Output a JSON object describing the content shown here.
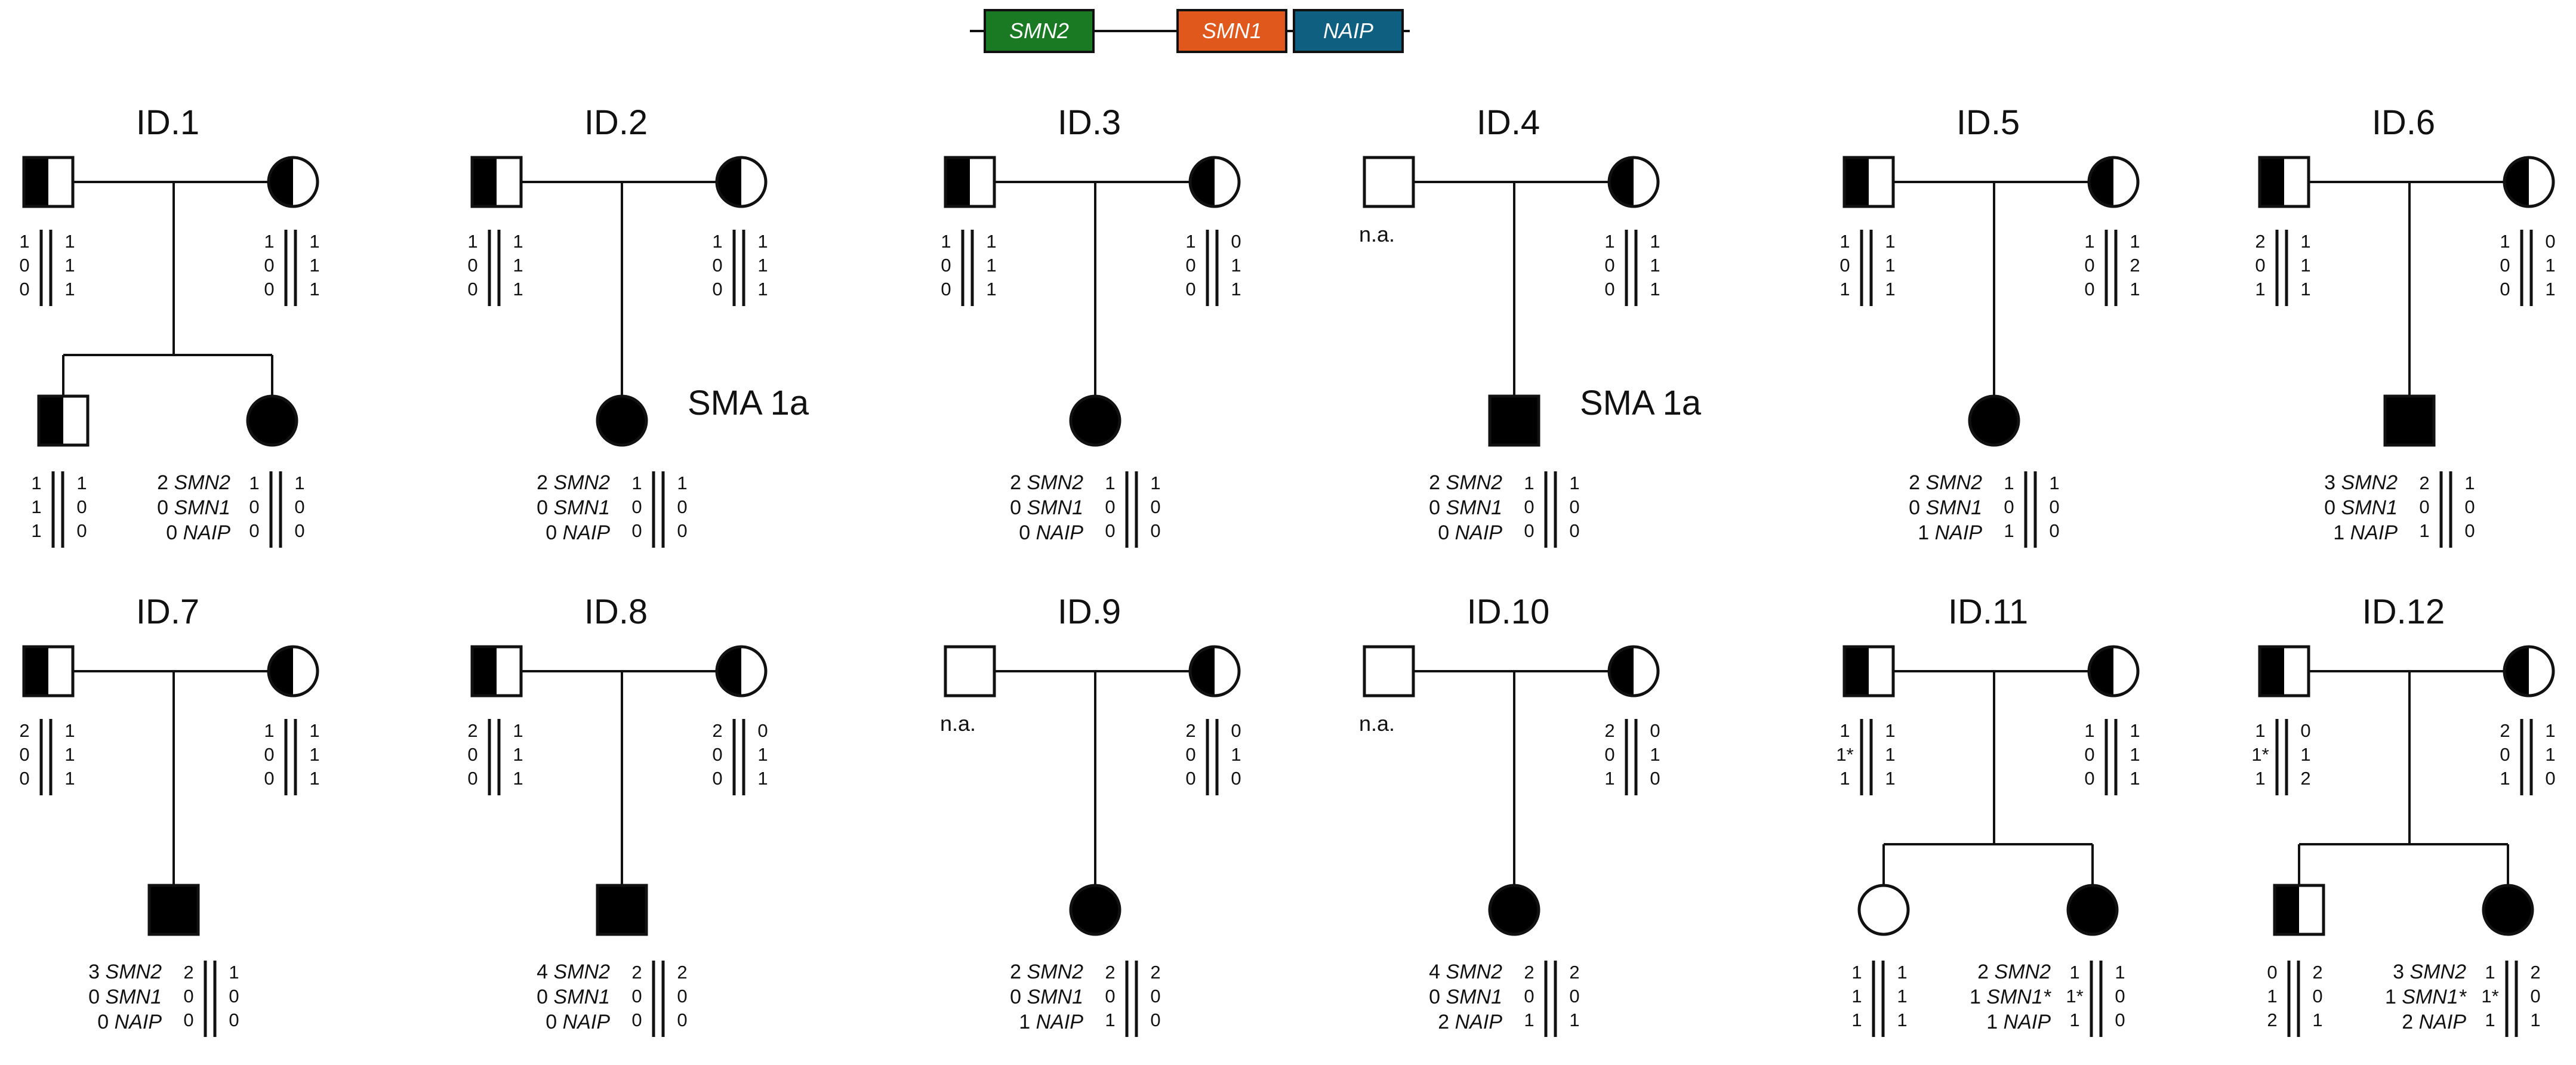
{
  "genes": [
    {
      "name": "SMN2",
      "color": "#1a7a23"
    },
    {
      "name": "SMN1",
      "color": "#e0581c"
    },
    {
      "name": "NAIP",
      "color": "#0f5f80"
    }
  ],
  "colors": {
    "affected": "#000000",
    "line": "#111111"
  },
  "families": [
    {
      "id": "ID.1",
      "father": {
        "carrier": true,
        "geno": [
          [
            "1",
            "0",
            "0"
          ],
          [
            "1",
            "1",
            "1"
          ]
        ]
      },
      "mother": {
        "carrier": true,
        "geno": [
          [
            "1",
            "0",
            "0"
          ],
          [
            "1",
            "1",
            "1"
          ]
        ]
      },
      "children": [
        {
          "sex": "m",
          "status": "carrier",
          "labels": null,
          "geno": [
            [
              "1",
              "1",
              "1"
            ],
            [
              "1",
              "0",
              "0"
            ]
          ]
        },
        {
          "sex": "f",
          "status": "affected",
          "labels": [
            "2",
            "0",
            "0"
          ],
          "geno": [
            [
              "1",
              "0",
              "0"
            ],
            [
              "1",
              "0",
              "0"
            ]
          ]
        }
      ]
    },
    {
      "id": "ID.2",
      "note": "SMA 1a",
      "father": {
        "carrier": true,
        "geno": [
          [
            "1",
            "0",
            "0"
          ],
          [
            "1",
            "1",
            "1"
          ]
        ]
      },
      "mother": {
        "carrier": true,
        "geno": [
          [
            "1",
            "0",
            "0"
          ],
          [
            "1",
            "1",
            "1"
          ]
        ]
      },
      "children": [
        {
          "sex": "f",
          "status": "affected",
          "labels": [
            "2",
            "0",
            "0"
          ],
          "geno": [
            [
              "1",
              "0",
              "0"
            ],
            [
              "1",
              "0",
              "0"
            ]
          ]
        }
      ]
    },
    {
      "id": "ID.3",
      "father": {
        "carrier": true,
        "geno": [
          [
            "1",
            "0",
            "0"
          ],
          [
            "1",
            "1",
            "1"
          ]
        ]
      },
      "mother": {
        "carrier": true,
        "geno": [
          [
            "1",
            "0",
            "0"
          ],
          [
            "0",
            "1",
            "1"
          ]
        ]
      },
      "children": [
        {
          "sex": "f",
          "status": "affected",
          "labels": [
            "2",
            "0",
            "0"
          ],
          "geno": [
            [
              "1",
              "0",
              "0"
            ],
            [
              "1",
              "0",
              "0"
            ]
          ]
        }
      ]
    },
    {
      "id": "ID.4",
      "note": "SMA 1a",
      "father": {
        "carrier": false,
        "na": "n.a."
      },
      "mother": {
        "carrier": true,
        "geno": [
          [
            "1",
            "0",
            "0"
          ],
          [
            "1",
            "1",
            "1"
          ]
        ]
      },
      "children": [
        {
          "sex": "m",
          "status": "affected",
          "labels": [
            "2",
            "0",
            "0"
          ],
          "geno": [
            [
              "1",
              "0",
              "0"
            ],
            [
              "1",
              "0",
              "0"
            ]
          ]
        }
      ]
    },
    {
      "id": "ID.5",
      "father": {
        "carrier": true,
        "geno": [
          [
            "1",
            "0",
            "1"
          ],
          [
            "1",
            "1",
            "1"
          ]
        ]
      },
      "mother": {
        "carrier": true,
        "geno": [
          [
            "1",
            "0",
            "0"
          ],
          [
            "1",
            "2",
            "1"
          ]
        ]
      },
      "children": [
        {
          "sex": "f",
          "status": "affected",
          "labels": [
            "2",
            "0",
            "1"
          ],
          "geno": [
            [
              "1",
              "0",
              "1"
            ],
            [
              "1",
              "0",
              "0"
            ]
          ]
        }
      ]
    },
    {
      "id": "ID.6",
      "father": {
        "carrier": true,
        "geno": [
          [
            "2",
            "0",
            "1"
          ],
          [
            "1",
            "1",
            "1"
          ]
        ]
      },
      "mother": {
        "carrier": true,
        "geno": [
          [
            "1",
            "0",
            "0"
          ],
          [
            "0",
            "1",
            "1"
          ]
        ]
      },
      "children": [
        {
          "sex": "m",
          "status": "affected",
          "labels": [
            "3",
            "0",
            "1"
          ],
          "geno": [
            [
              "2",
              "0",
              "1"
            ],
            [
              "1",
              "0",
              "0"
            ]
          ]
        }
      ]
    },
    {
      "id": "ID.7",
      "father": {
        "carrier": true,
        "geno": [
          [
            "2",
            "0",
            "0"
          ],
          [
            "1",
            "1",
            "1"
          ]
        ]
      },
      "mother": {
        "carrier": true,
        "geno": [
          [
            "1",
            "0",
            "0"
          ],
          [
            "1",
            "1",
            "1"
          ]
        ]
      },
      "children": [
        {
          "sex": "m",
          "status": "affected",
          "labels": [
            "3",
            "0",
            "0"
          ],
          "geno": [
            [
              "2",
              "0",
              "0"
            ],
            [
              "1",
              "0",
              "0"
            ]
          ]
        }
      ]
    },
    {
      "id": "ID.8",
      "father": {
        "carrier": true,
        "geno": [
          [
            "2",
            "0",
            "0"
          ],
          [
            "1",
            "1",
            "1"
          ]
        ]
      },
      "mother": {
        "carrier": true,
        "geno": [
          [
            "2",
            "0",
            "0"
          ],
          [
            "0",
            "1",
            "1"
          ]
        ]
      },
      "children": [
        {
          "sex": "m",
          "status": "affected",
          "labels": [
            "4",
            "0",
            "0"
          ],
          "geno": [
            [
              "2",
              "0",
              "0"
            ],
            [
              "2",
              "0",
              "0"
            ]
          ]
        }
      ]
    },
    {
      "id": "ID.9",
      "father": {
        "carrier": false,
        "na": "n.a."
      },
      "mother": {
        "carrier": true,
        "geno": [
          [
            "2",
            "0",
            "0"
          ],
          [
            "0",
            "1",
            "0"
          ]
        ]
      },
      "children": [
        {
          "sex": "f",
          "status": "affected",
          "labels": [
            "2",
            "0",
            "1"
          ],
          "geno": [
            [
              "2",
              "0",
              "1"
            ],
            [
              "2",
              "0",
              "0"
            ]
          ]
        }
      ]
    },
    {
      "id": "ID.10",
      "father": {
        "carrier": false,
        "na": "n.a."
      },
      "mother": {
        "carrier": true,
        "geno": [
          [
            "2",
            "0",
            "1"
          ],
          [
            "0",
            "1",
            "0"
          ]
        ]
      },
      "children": [
        {
          "sex": "f",
          "status": "affected",
          "labels": [
            "4",
            "0",
            "2"
          ],
          "geno": [
            [
              "2",
              "0",
              "1"
            ],
            [
              "2",
              "0",
              "1"
            ]
          ]
        }
      ]
    },
    {
      "id": "ID.11",
      "father": {
        "carrier": true,
        "geno": [
          [
            "1",
            "1*",
            "1"
          ],
          [
            "1",
            "1",
            "1"
          ]
        ]
      },
      "mother": {
        "carrier": true,
        "geno": [
          [
            "1",
            "0",
            "0"
          ],
          [
            "1",
            "1",
            "1"
          ]
        ]
      },
      "children": [
        {
          "sex": "f",
          "status": "unaffected",
          "labels": null,
          "geno": [
            [
              "1",
              "1",
              "1"
            ],
            [
              "1",
              "1",
              "1"
            ]
          ]
        },
        {
          "sex": "f",
          "status": "affected",
          "labels": [
            "2",
            "1",
            "1"
          ],
          "smn1star": true,
          "geno": [
            [
              "1",
              "1*",
              "1"
            ],
            [
              "1",
              "0",
              "0"
            ]
          ]
        }
      ]
    },
    {
      "id": "ID.12",
      "father": {
        "carrier": true,
        "geno": [
          [
            "1",
            "1*",
            "1"
          ],
          [
            "0",
            "1",
            "2"
          ]
        ]
      },
      "mother": {
        "carrier": true,
        "geno": [
          [
            "2",
            "0",
            "1"
          ],
          [
            "1",
            "1",
            "0"
          ]
        ]
      },
      "children": [
        {
          "sex": "m",
          "status": "carrier",
          "labels": null,
          "geno": [
            [
              "0",
              "1",
              "2"
            ],
            [
              "2",
              "0",
              "1"
            ]
          ]
        },
        {
          "sex": "f",
          "status": "affected",
          "labels": [
            "3",
            "1",
            "2"
          ],
          "smn1star": true,
          "geno": [
            [
              "1",
              "1*",
              "1"
            ],
            [
              "2",
              "0",
              "1"
            ]
          ]
        }
      ]
    }
  ]
}
